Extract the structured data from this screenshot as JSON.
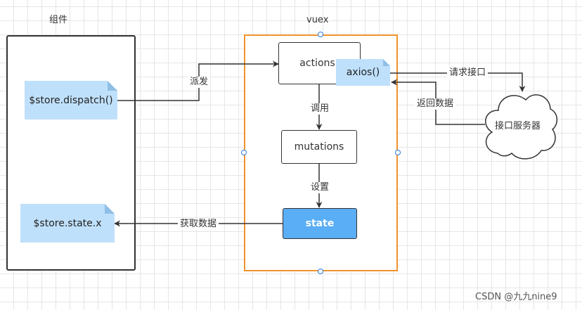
{
  "labels": {
    "component_group": "组件",
    "vuex_group": "vuex"
  },
  "nodes": {
    "dispatch": "$store.dispatch()",
    "state_access": "$store.state.x",
    "actions": "actions",
    "axios": "axios()",
    "mutations": "mutations",
    "state": "state",
    "server": "接口服务器"
  },
  "edges": {
    "dispatch": "派发",
    "call": "调用",
    "set": "设置",
    "get_data": "获取数据",
    "request": "请求接口",
    "return_data": "返回数据"
  },
  "watermark": "CSDN @九九nine9",
  "colors": {
    "vuex_border": "#f0932b",
    "note_fill": "#bfe0fb",
    "state_fill": "#5aaef5",
    "handle": "#2b7de0"
  }
}
